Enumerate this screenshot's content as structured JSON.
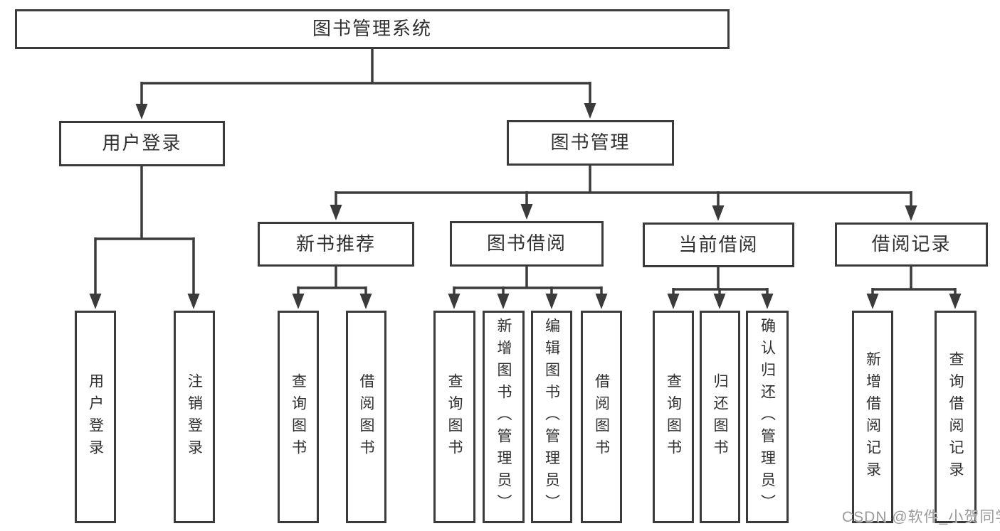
{
  "tree": {
    "label": "图书管理系统",
    "children": [
      {
        "label": "用户登录",
        "children": [
          {
            "label": "用户登录"
          },
          {
            "label": "注销登录"
          }
        ]
      },
      {
        "label": "图书管理",
        "children": [
          {
            "label": "新书推荐",
            "children": [
              {
                "label": "查询图书"
              },
              {
                "label": "借阅图书"
              }
            ]
          },
          {
            "label": "图书借阅",
            "children": [
              {
                "label": "查询图书"
              },
              {
                "label": "新增图书（管理员）"
              },
              {
                "label": "编辑图书（管理员）"
              },
              {
                "label": "借阅图书"
              }
            ]
          },
          {
            "label": "当前借阅",
            "children": [
              {
                "label": "查询图书"
              },
              {
                "label": "归还图书"
              },
              {
                "label": "确认归还（管理员）"
              }
            ]
          },
          {
            "label": "借阅记录",
            "children": [
              {
                "label": "新增借阅记录"
              },
              {
                "label": "查询借阅记录"
              }
            ]
          }
        ]
      }
    ]
  },
  "watermark": {
    "text": "CSDN @软件_小贺同学"
  },
  "colors": {
    "line": "#3b3b3b",
    "text": "#2f2f2f",
    "watermark": "#9a9a9a",
    "background": "#ffffff"
  }
}
